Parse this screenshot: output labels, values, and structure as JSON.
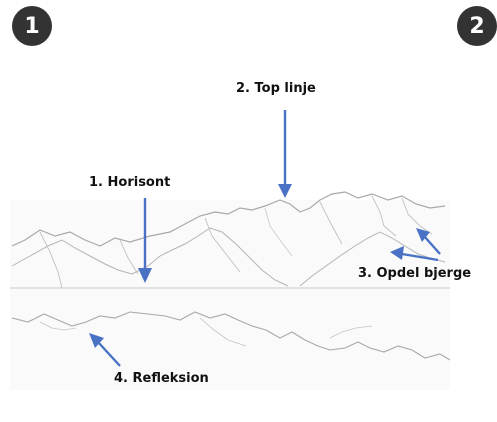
{
  "step_badges": [
    "1",
    "2"
  ],
  "labels": {
    "top_line": "2. Top linje",
    "horizon": "1. Horisont",
    "split_mountains": "3. Opdel bjerge",
    "reflection": "4. Refleksion"
  },
  "colors": {
    "badge": "#333333",
    "arrow": "#4a72c4",
    "sketch": "#aaaaaa"
  }
}
